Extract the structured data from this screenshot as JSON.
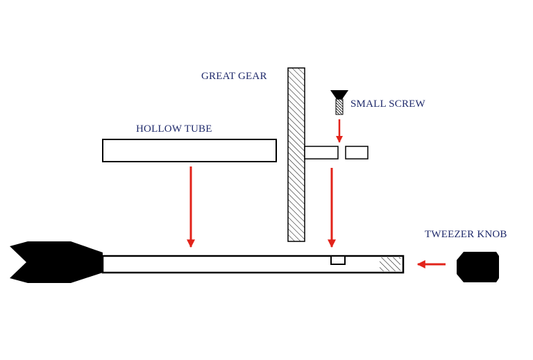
{
  "labels": {
    "great_gear": "GREAT GEAR",
    "small_screw": "SMALL SCREW",
    "hollow_tube": "HOLLOW TUBE",
    "tweezer_knob": "TWEEZER KNOB"
  },
  "colors": {
    "label_text": "#1f2a6b",
    "arrow": "#e2231a",
    "outline": "#000000",
    "background": "#ffffff"
  }
}
